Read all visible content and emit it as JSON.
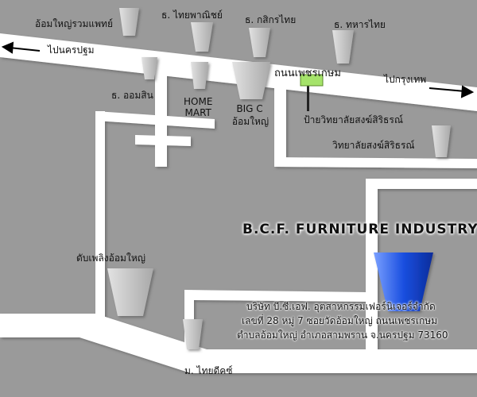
{
  "colors": {
    "background": "#9a9a9a",
    "road": "#ffffff",
    "building": "#c7c7c7",
    "company_building": "#1a4fe0",
    "signpost": "#a5e36a"
  },
  "directions": {
    "west": "ไปนครปฐม",
    "east": "ไปกรุงเทพ"
  },
  "road_name": "ถนนเพชรเกษม",
  "signpost_label": "ป้ายวิทยาลัยสงฆ์สิริธรณ์",
  "landmarks": {
    "hospital": "อ้อมใหญ่รวมแพทย์",
    "bank_thaipanich": "ธ. ไทยพาณิชย์",
    "bank_kasikorn": "ธ. กสิกรไทย",
    "bank_tmb": "ธ. ทหารไทย",
    "bank_omsin": "ธ. ออมสิน",
    "home_mart": "HOME\nMART",
    "big_c_line1": "BIG C",
    "big_c_line2": "อ้อมใหญ่",
    "college": "วิทยาลัยสงฆ์สิริธรณ์",
    "fire_station": "ดับเพลิงอ้อมใหญ่",
    "thai_fac": "ม. ไทยดีคซ์"
  },
  "company": {
    "name": "B.C.F. FURNITURE INDUSTRY",
    "address_line1": "บริษัท บี.ซี.เอฟ. อุตสาหกรรมเฟอร์นิเจอร์จำกัด",
    "address_line2": "เลขที่ 28 หมู่ 7 ซอยวัดอ้อมใหญ่ ถนนเพชรเกษม",
    "address_line3": "ตำบลอ้อมใหญ่ อำเภอสามพราน จ.นครปฐม 73160"
  }
}
